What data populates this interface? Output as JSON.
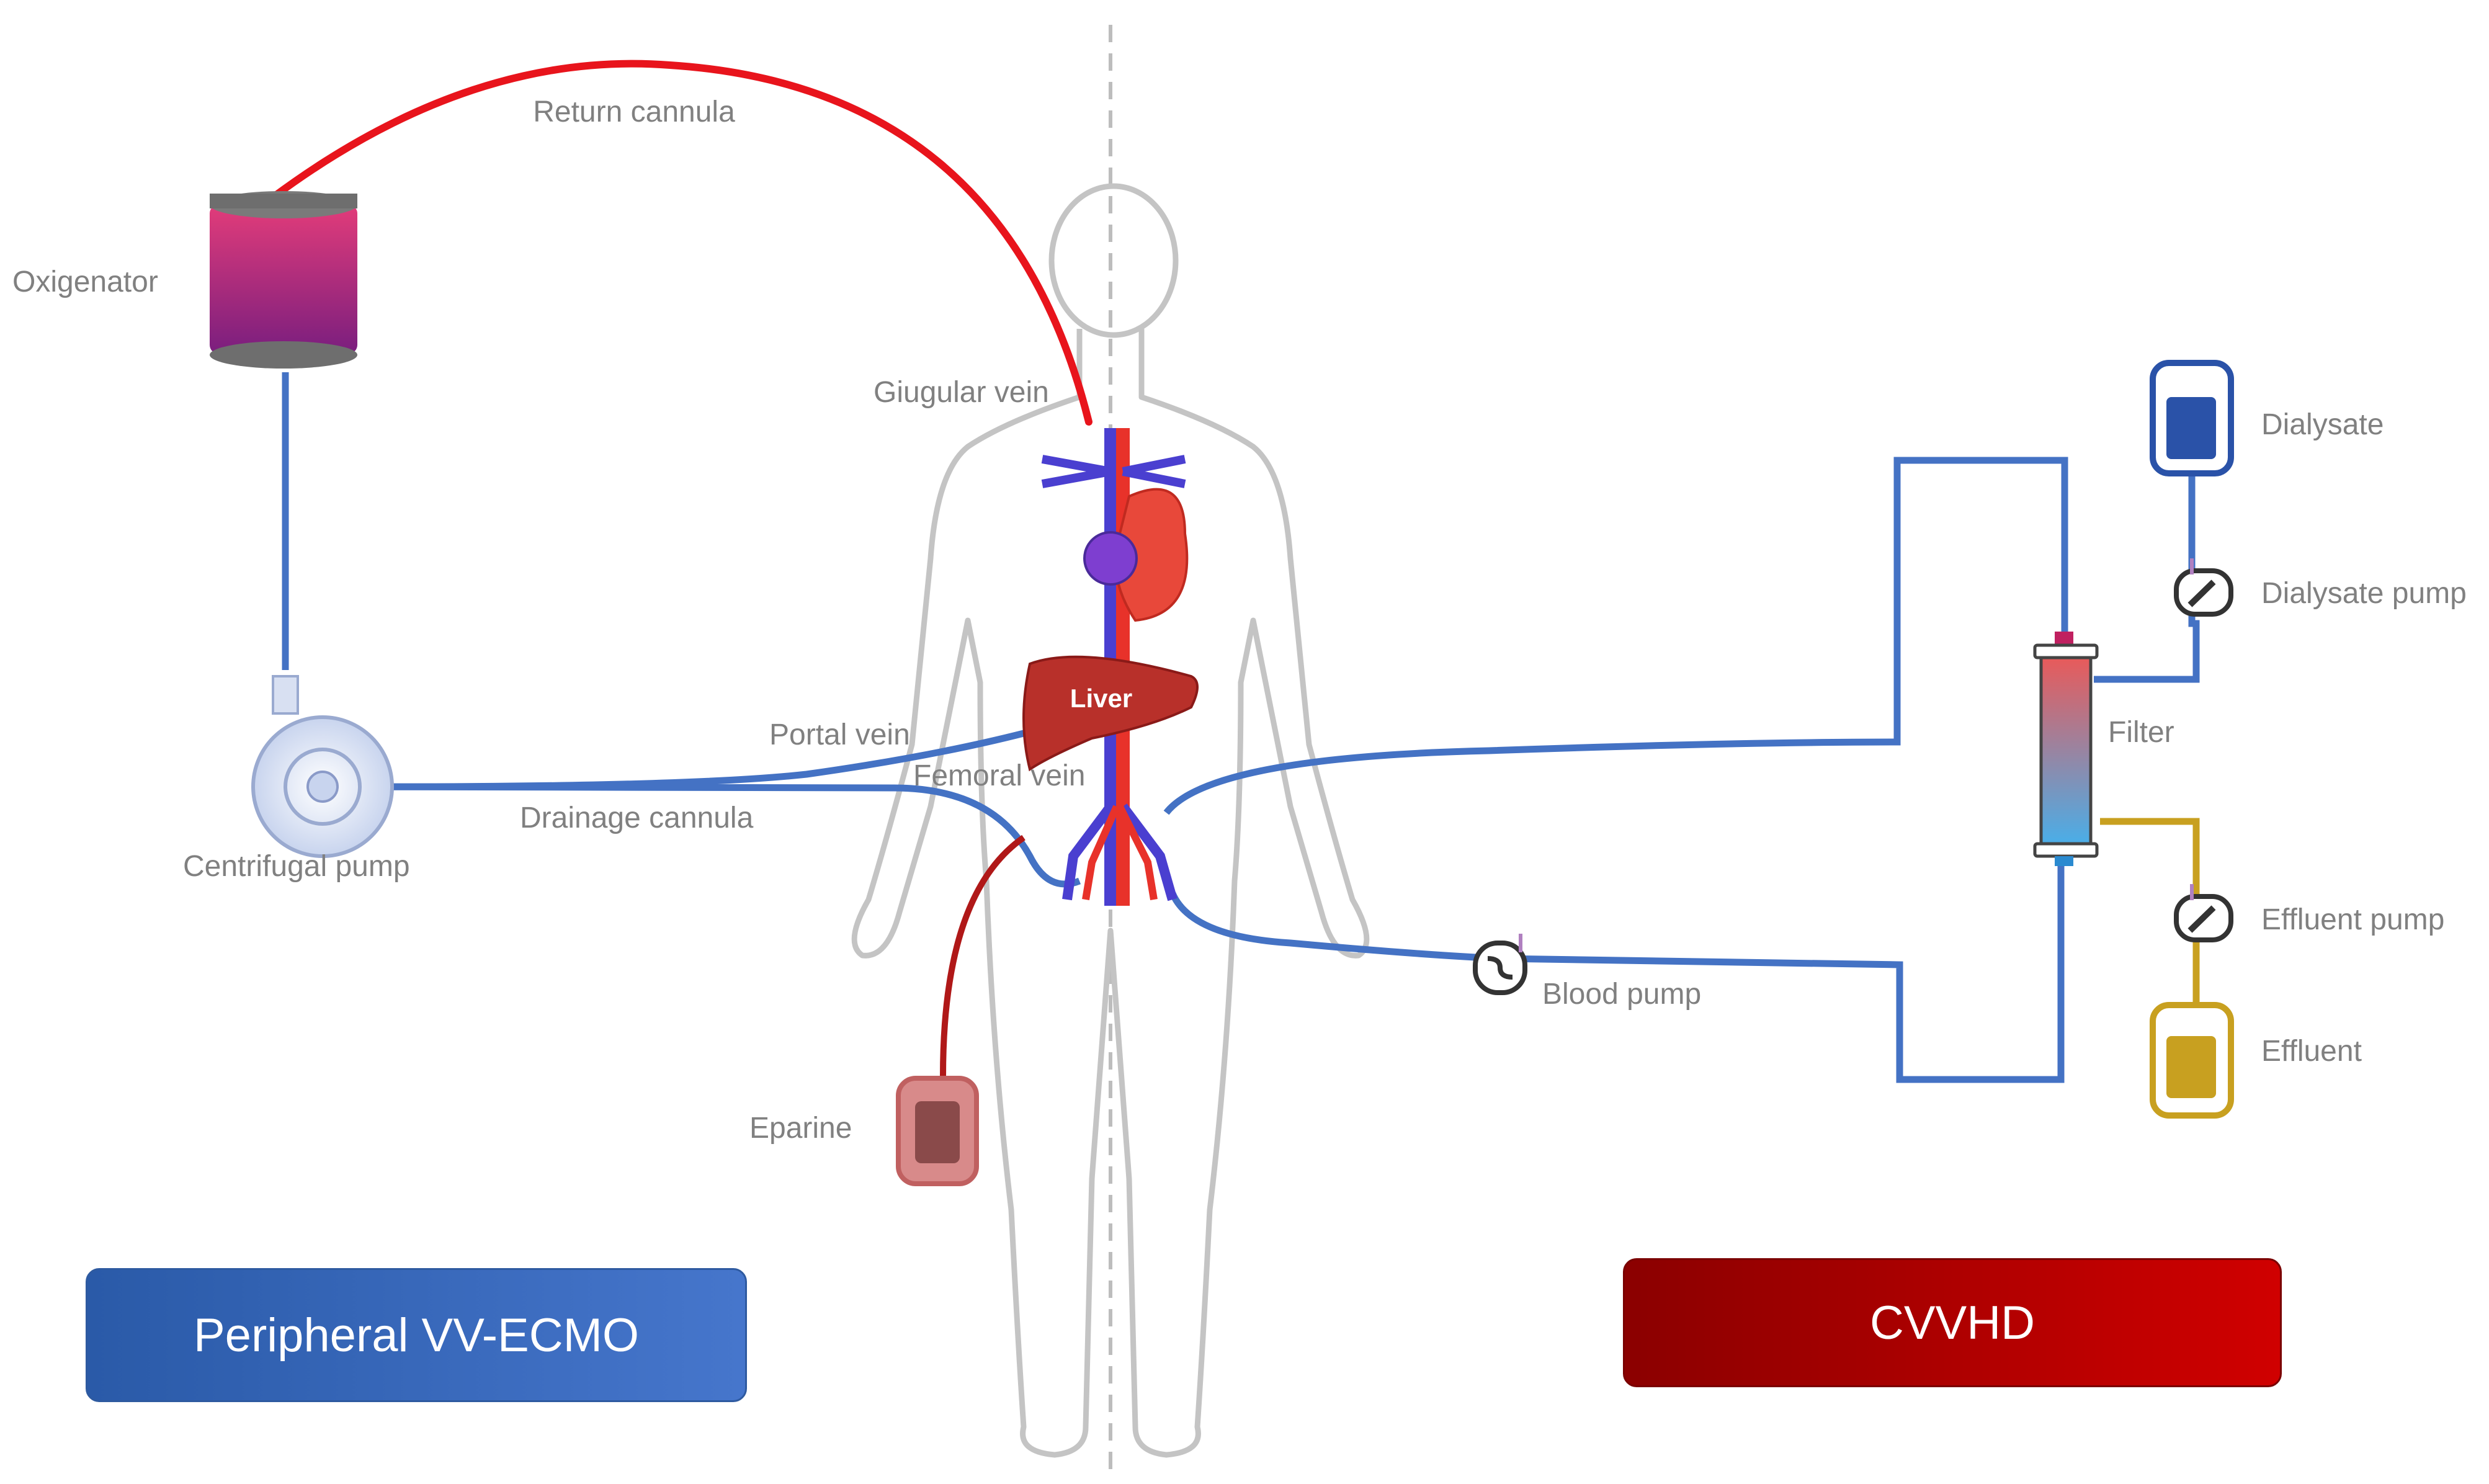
{
  "labels": {
    "return_cannula": "Return cannula",
    "oxigenator": "Oxigenator",
    "giugular_vein": "Giugular vein",
    "liver": "Liver",
    "portal_vein": "Portal vein",
    "femoral_vein": "Femoral vein",
    "drainage_cannula": "Drainage cannula",
    "centrifugal_pump": "Centrifugal pump",
    "eparine": "Eparine",
    "dialysate": "Dialysate",
    "dialysate_pump": "Dialysate pump",
    "filter": "Filter",
    "effluent_pump": "Effluent pump",
    "effluent": "Effluent",
    "blood_pump": "Blood pump"
  },
  "banners": {
    "ecmo": "Peripheral VV-ECMO",
    "cvvhd": "CVVHD"
  },
  "colors": {
    "venous_line": "#4472c4",
    "return_line": "#e8141c",
    "eparine_line": "#b01818",
    "effluent_line": "#c8a020",
    "label_text": "#808080",
    "ecmo_banner": "#2f5caa",
    "cvvhd_banner": "#b00000"
  },
  "icons": [
    "oxygenator-icon",
    "centrifugal-pump-icon",
    "heart-icon",
    "liver-icon",
    "body-outline-icon",
    "eparine-bag-icon",
    "dialysate-bag-icon",
    "effluent-bag-icon",
    "filter-icon",
    "roller-pump-icon"
  ]
}
